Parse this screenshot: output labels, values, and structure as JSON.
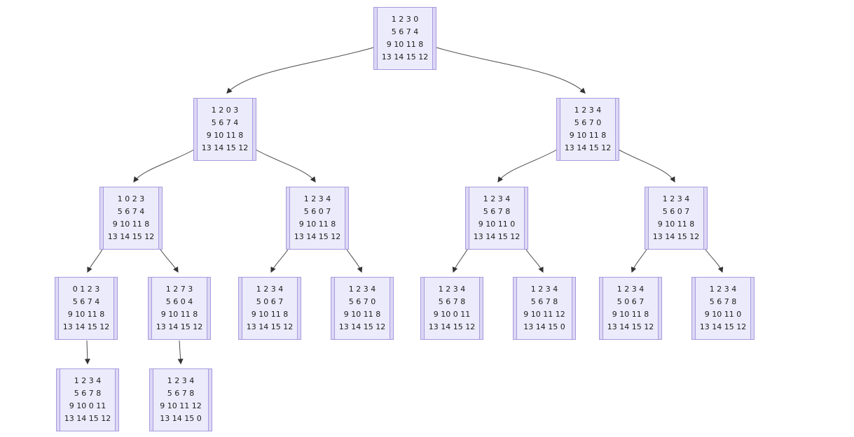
{
  "diagram": {
    "type": "tree",
    "description": "Search tree of 15-puzzle board states; each node is a 4x4 tile grid, 0 marks the blank",
    "colors": {
      "node_fill": "#ECEBFB",
      "node_side_strip": "#DDD7F5",
      "node_border": "#A69ADE",
      "edge_stroke": "#4A4A4A",
      "arrowhead_fill": "#333333",
      "background": "#FFFFFF",
      "text": "#1C1C1C"
    },
    "levels": 5,
    "edges": [
      {
        "from": "root",
        "to": "L"
      },
      {
        "from": "root",
        "to": "R"
      },
      {
        "from": "L",
        "to": "LL"
      },
      {
        "from": "L",
        "to": "LR"
      },
      {
        "from": "R",
        "to": "RL"
      },
      {
        "from": "R",
        "to": "RR"
      },
      {
        "from": "LL",
        "to": "LLL"
      },
      {
        "from": "LL",
        "to": "LLR"
      },
      {
        "from": "LR",
        "to": "LRL"
      },
      {
        "from": "LR",
        "to": "LRR"
      },
      {
        "from": "RL",
        "to": "RLL"
      },
      {
        "from": "RL",
        "to": "RLR"
      },
      {
        "from": "RR",
        "to": "RRL"
      },
      {
        "from": "RR",
        "to": "RRR"
      },
      {
        "from": "LLL",
        "to": "LLLc"
      },
      {
        "from": "LLR",
        "to": "LLRc"
      }
    ]
  },
  "nodes": {
    "root": {
      "rows": [
        "1 2 3 0",
        "5 6 7 4",
        "9 10 11 8",
        "13 14 15 12"
      ]
    },
    "L": {
      "rows": [
        "1 2 0 3",
        "5 6 7 4",
        "9 10 11 8",
        "13 14 15 12"
      ]
    },
    "R": {
      "rows": [
        "1 2 3 4",
        "5 6 7 0",
        "9 10 11 8",
        "13 14 15 12"
      ]
    },
    "LL": {
      "rows": [
        "1 0 2 3",
        "5 6 7 4",
        "9 10 11 8",
        "13 14 15 12"
      ]
    },
    "LR": {
      "rows": [
        "1 2 3 4",
        "5 6 0 7",
        "9 10 11 8",
        "13 14 15 12"
      ]
    },
    "RL": {
      "rows": [
        "1 2 3 4",
        "5 6 7 8",
        "9 10 11 0",
        "13 14 15 12"
      ]
    },
    "RR": {
      "rows": [
        "1 2 3 4",
        "5 6 0 7",
        "9 10 11 8",
        "13 14 15 12"
      ]
    },
    "LLL": {
      "rows": [
        "0 1 2 3",
        "5 6 7 4",
        "9 10 11 8",
        "13 14 15 12"
      ]
    },
    "LLR": {
      "rows": [
        "1 2 7 3",
        "5 6 0 4",
        "9 10 11 8",
        "13 14 15 12"
      ]
    },
    "LRL": {
      "rows": [
        "1 2 3 4",
        "5 0 6 7",
        "9 10 11 8",
        "13 14 15 12"
      ]
    },
    "LRR": {
      "rows": [
        "1 2 3 4",
        "5 6 7 0",
        "9 10 11 8",
        "13 14 15 12"
      ]
    },
    "RLL": {
      "rows": [
        "1 2 3 4",
        "5 6 7 8",
        "9 10 0 11",
        "13 14 15 12"
      ]
    },
    "RLR": {
      "rows": [
        "1 2 3 4",
        "5 6 7 8",
        "9 10 11 12",
        "13 14 15 0"
      ]
    },
    "RRL": {
      "rows": [
        "1 2 3 4",
        "5 0 6 7",
        "9 10 11 8",
        "13 14 15 12"
      ]
    },
    "RRR": {
      "rows": [
        "1 2 3 4",
        "5 6 7 8",
        "9 10 11 0",
        "13 14 15 12"
      ]
    },
    "LLLc": {
      "rows": [
        "1 2 3 4",
        "5 6 7 8",
        "9 10 0 11",
        "13 14 15 12"
      ]
    },
    "LLRc": {
      "rows": [
        "1 2 3 4",
        "5 6 7 8",
        "9 10 11 12",
        "13 14 15 0"
      ]
    }
  }
}
